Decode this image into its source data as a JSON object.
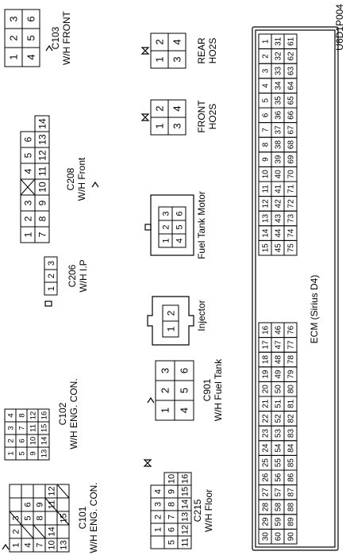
{
  "figure_code": "U6D1P004",
  "connectors": {
    "c101": {
      "code": "C101",
      "label": "W/H ENG. CON.",
      "rows": [
        [
          "1",
          "2",
          "3",
          "",
          ""
        ],
        [
          "4",
          "",
          "5",
          "6",
          ""
        ],
        [
          "7",
          "",
          "8",
          "9",
          ""
        ],
        [
          "10",
          "14",
          "",
          "11",
          "12"
        ],
        [
          "13",
          "",
          "15",
          "",
          ""
        ]
      ]
    },
    "c215": {
      "code": "C215",
      "label": "W/H Floor",
      "rows": [
        [
          "",
          "1",
          "2",
          "3",
          "4"
        ],
        [
          "5",
          "6",
          "7",
          "8",
          "9",
          "10"
        ],
        [
          "11",
          "12",
          "13",
          "14",
          "15",
          "16"
        ]
      ]
    },
    "c102": {
      "code": "C102",
      "label": "W/H ENG. CON.",
      "rows": [
        [
          "1",
          "2",
          "3",
          "4"
        ],
        [
          "5",
          "6",
          "7",
          "8"
        ],
        [
          "9",
          "10",
          "11",
          "12"
        ],
        [
          "13",
          "14",
          "15",
          "16"
        ]
      ]
    },
    "c901": {
      "code": "C901",
      "label": "W/H Fuel Tank",
      "rows": [
        [
          "1",
          "2",
          "3"
        ],
        [
          "4",
          "5",
          "6"
        ]
      ]
    },
    "c206": {
      "code": "C206",
      "label": "W/H I.P",
      "rows": [
        [
          "1",
          "2",
          "3"
        ]
      ]
    },
    "injector": {
      "label": "Injector",
      "rows": [
        [
          "1",
          "2"
        ]
      ]
    },
    "c208": {
      "code": "C208",
      "label": "W/H Front",
      "rows": [
        [
          "1",
          "2",
          "3",
          "",
          "4",
          "5",
          "6"
        ],
        [
          "7",
          "8",
          "9",
          "10",
          "11",
          "12",
          "13",
          "14"
        ]
      ]
    },
    "fuel_tank_motor": {
      "label": "Fuel Tank Motor",
      "rows": [
        [
          "1",
          "2",
          "3"
        ],
        [
          "4",
          "5",
          "6"
        ]
      ]
    },
    "c103": {
      "code": "C103",
      "label": "W/H FRONT",
      "rows": [
        [
          "1",
          "2",
          "3"
        ],
        [
          "4",
          "5",
          "6"
        ]
      ]
    },
    "front_ho2s": {
      "label_line1": "FRONT",
      "label_line2": "HO2S",
      "rows": [
        [
          "1",
          "2"
        ],
        [
          "3",
          "4"
        ]
      ]
    },
    "rear_ho2s": {
      "label_line1": "REAR",
      "label_line2": "HO2S",
      "rows": [
        [
          "1",
          "2"
        ],
        [
          "3",
          "4"
        ]
      ]
    },
    "ecm": {
      "label": "ECM (Sirius D4)",
      "left_rows": [
        [
          "30",
          "29",
          "28",
          "27",
          "26",
          "25",
          "24",
          "23",
          "22",
          "21",
          "20",
          "19",
          "18",
          "17",
          "16"
        ],
        [
          "60",
          "59",
          "58",
          "57",
          "56",
          "55",
          "54",
          "53",
          "52",
          "51",
          "50",
          "49",
          "48",
          "47",
          "46"
        ],
        [
          "90",
          "89",
          "88",
          "87",
          "86",
          "85",
          "84",
          "83",
          "82",
          "81",
          "80",
          "79",
          "78",
          "77",
          "76"
        ]
      ],
      "right_rows": [
        [
          "15",
          "14",
          "13",
          "12",
          "11",
          "10",
          "9",
          "8",
          "7",
          "6",
          "5",
          "4",
          "3",
          "2",
          "1"
        ],
        [
          "45",
          "44",
          "43",
          "42",
          "41",
          "40",
          "39",
          "38",
          "37",
          "36",
          "35",
          "34",
          "33",
          "32",
          "31"
        ],
        [
          "75",
          "74",
          "73",
          "72",
          "71",
          "70",
          "69",
          "68",
          "67",
          "66",
          "65",
          "64",
          "63",
          "62",
          "61"
        ]
      ]
    }
  }
}
